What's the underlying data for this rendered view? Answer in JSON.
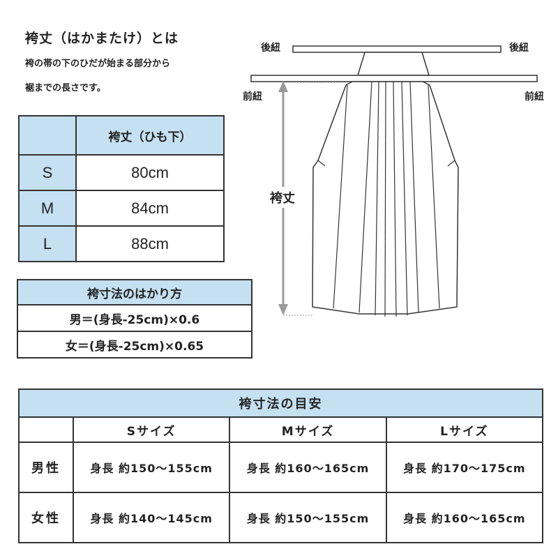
{
  "heading": {
    "title": "袴丈（はかまたけ）とは",
    "description_line1": "袴の帯の下のひだが始まる部分から",
    "description_line2": "裾までの長さです。"
  },
  "size_table": {
    "header": "袴丈（ひも下）",
    "rows": [
      {
        "size": "S",
        "length": "80cm"
      },
      {
        "size": "M",
        "length": "84cm"
      },
      {
        "size": "L",
        "length": "88cm"
      }
    ]
  },
  "formula_table": {
    "header": "袴寸法のはかり方",
    "male": "男＝(身長-25cm)×0.6",
    "female": "女＝(身長-25cm)×0.65"
  },
  "diagram": {
    "back_tie_left": "後紐",
    "back_tie_right": "後紐",
    "front_tie_left": "前紐",
    "front_tie_right": "前紐",
    "hakama_length": "袴丈"
  },
  "guide_table": {
    "header": "袴寸法の目安",
    "columns": [
      "Sサイズ",
      "Mサイズ",
      "Lサイズ"
    ],
    "rows": [
      {
        "label": "男性",
        "values": [
          "身長 約150～155cm",
          "身長 約160～165cm",
          "身長 約170～175cm"
        ]
      },
      {
        "label": "女性",
        "values": [
          "身長 約140～145cm",
          "身長 約150～155cm",
          "身長 約160～165cm"
        ]
      }
    ]
  },
  "colors": {
    "header_fill": "#c5e0f1",
    "border": "#333333",
    "arrow": "#9a9a9a"
  }
}
